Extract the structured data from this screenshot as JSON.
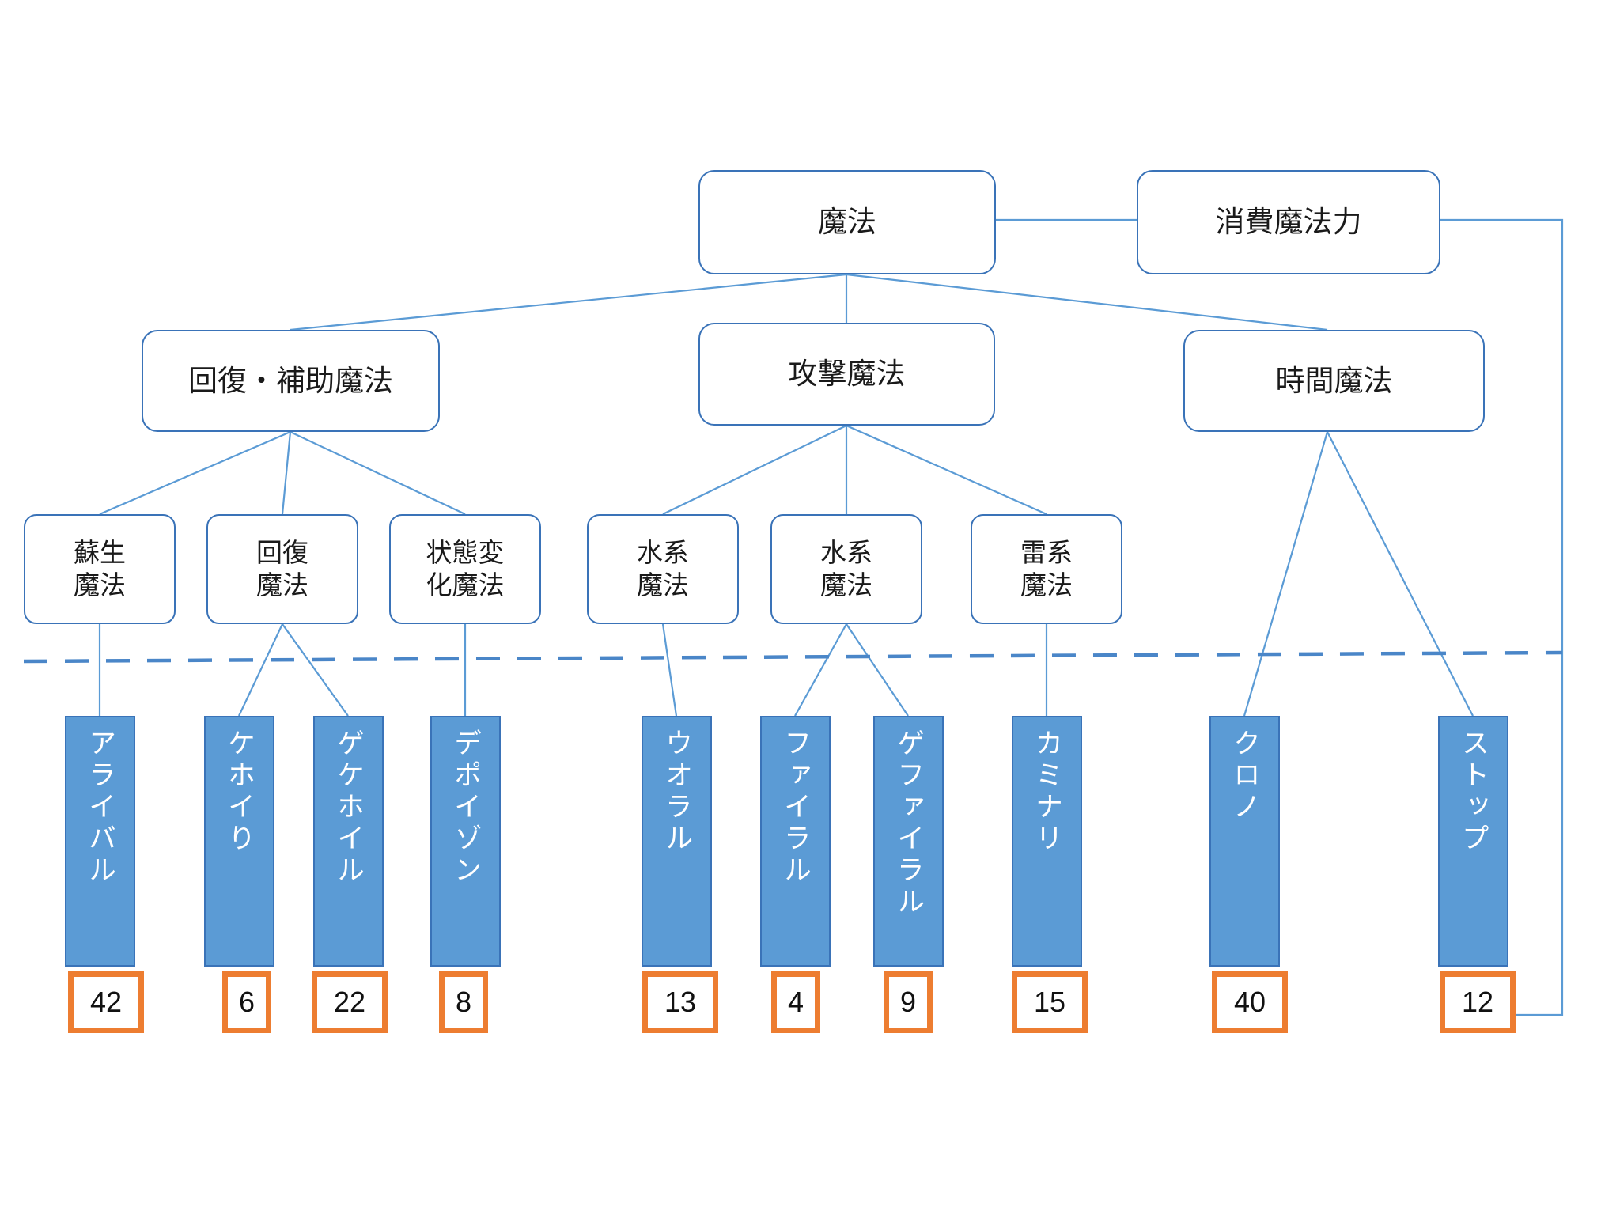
{
  "diagram": {
    "title": "魔法",
    "root": {
      "label": "魔法"
    },
    "side": {
      "label": "消費魔法力"
    },
    "categories": [
      {
        "label": "回復・補助魔法"
      },
      {
        "label": "攻撃魔法"
      },
      {
        "label": "時間魔法"
      }
    ],
    "subcategories": [
      {
        "label": "蘇生\n魔法"
      },
      {
        "label": "回復\n魔法"
      },
      {
        "label": "状態変\n化魔法"
      },
      {
        "label": "水系\n魔法"
      },
      {
        "label": "水系\n魔法"
      },
      {
        "label": "雷系\n魔法"
      }
    ],
    "spells": [
      {
        "name": "アライバル",
        "cost": "42"
      },
      {
        "name": "ケホイり",
        "cost": "6"
      },
      {
        "name": "ゲケホイル",
        "cost": "22"
      },
      {
        "name": "デポイゾン",
        "cost": "8"
      },
      {
        "name": "ウオラル",
        "cost": "13"
      },
      {
        "name": "ファイラル",
        "cost": "4"
      },
      {
        "name": "ゲファイラル",
        "cost": "9"
      },
      {
        "name": "カミナリ",
        "cost": "15"
      },
      {
        "name": "クロノ",
        "cost": "40"
      },
      {
        "name": "ストップ",
        "cost": "12"
      }
    ],
    "colors": {
      "node_border": "#3A73B8",
      "edge": "#5B9BD5",
      "bar_fill": "#5B9BD5",
      "bar_border": "#3A73B8",
      "cost_border": "#ED7D31",
      "background": "#FFFFFF",
      "bar_text": "#FFFFFF"
    },
    "divider": {
      "style": "dashed"
    }
  }
}
